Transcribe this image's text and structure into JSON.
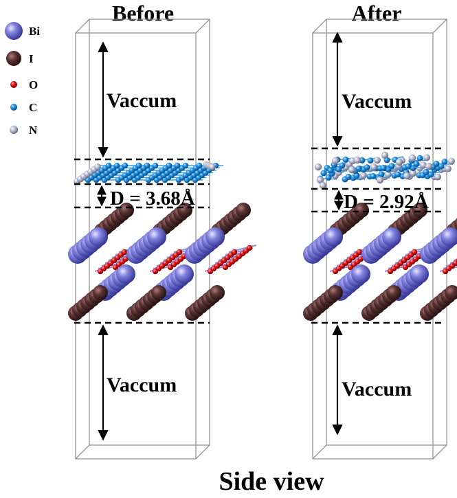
{
  "legend": {
    "items": [
      {
        "symbol": "Bi",
        "color": "#6f6fd6"
      },
      {
        "symbol": "I",
        "color": "#5b3535"
      },
      {
        "symbol": "O",
        "color": "#e01515"
      },
      {
        "symbol": "C",
        "color": "#1f8fe0"
      },
      {
        "symbol": "N",
        "color": "#b4b8cc"
      }
    ]
  },
  "panels": [
    {
      "title": "Before",
      "vacuum_top": "Vaccum",
      "vacuum_bottom": "Vaccum",
      "distance": "D = 3.68Å"
    },
    {
      "title": "After",
      "vacuum_top": "Vaccum",
      "vacuum_bottom": "Vaccum",
      "distance": "D = 2.92Å"
    }
  ],
  "footer": {
    "caption": "Side view"
  }
}
